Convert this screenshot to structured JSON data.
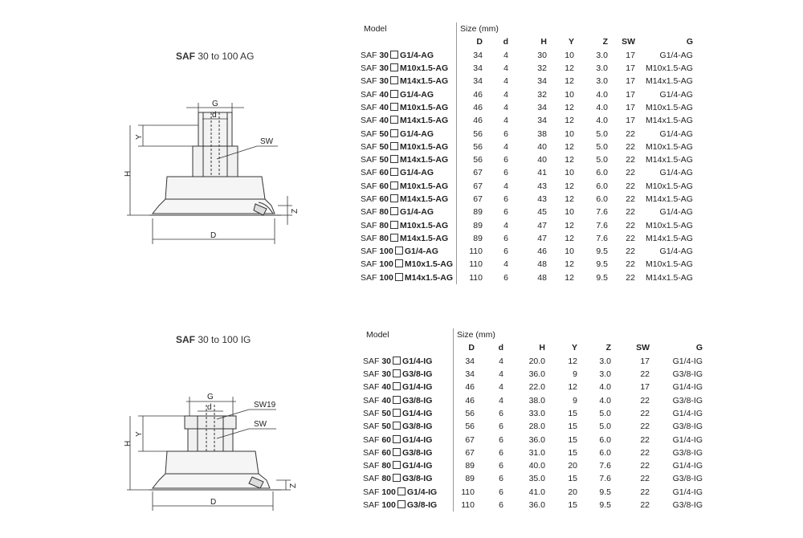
{
  "section_ag": {
    "title_bold": "SAF",
    "title_rest": "30 to 100 AG",
    "dims": {
      "G": "G",
      "d": "d",
      "SW": "SW",
      "Y": "Y",
      "H": "H",
      "D": "D",
      "Z": "Z"
    },
    "table": {
      "model_label": "Model",
      "size_label": "Size (mm)",
      "columns": [
        "D",
        "d",
        "H",
        "Y",
        "Z",
        "SW",
        "G"
      ],
      "rows": [
        {
          "prefix": "SAF",
          "size": "30",
          "thread": "G1/4-AG",
          "D": "34",
          "d": "4",
          "H": "30",
          "Y": "10",
          "Z": "3.0",
          "SW": "17",
          "G": "G1/4-AG"
        },
        {
          "prefix": "SAF",
          "size": "30",
          "thread": "M10x1.5-AG",
          "D": "34",
          "d": "4",
          "H": "32",
          "Y": "12",
          "Z": "3.0",
          "SW": "17",
          "G": "M10x1.5-AG"
        },
        {
          "prefix": "SAF",
          "size": "30",
          "thread": "M14x1.5-AG",
          "D": "34",
          "d": "4",
          "H": "34",
          "Y": "12",
          "Z": "3.0",
          "SW": "17",
          "G": "M14x1.5-AG"
        },
        {
          "prefix": "SAF",
          "size": "40",
          "thread": "G1/4-AG",
          "D": "46",
          "d": "4",
          "H": "32",
          "Y": "10",
          "Z": "4.0",
          "SW": "17",
          "G": "G1/4-AG"
        },
        {
          "prefix": "SAF",
          "size": "40",
          "thread": "M10x1.5-AG",
          "D": "46",
          "d": "4",
          "H": "34",
          "Y": "12",
          "Z": "4.0",
          "SW": "17",
          "G": "M10x1.5-AG"
        },
        {
          "prefix": "SAF",
          "size": "40",
          "thread": "M14x1.5-AG",
          "D": "46",
          "d": "4",
          "H": "34",
          "Y": "12",
          "Z": "4.0",
          "SW": "17",
          "G": "M14x1.5-AG"
        },
        {
          "prefix": "SAF",
          "size": "50",
          "thread": "G1/4-AG",
          "D": "56",
          "d": "6",
          "H": "38",
          "Y": "10",
          "Z": "5.0",
          "SW": "22",
          "G": "G1/4-AG"
        },
        {
          "prefix": "SAF",
          "size": "50",
          "thread": "M10x1.5-AG",
          "D": "56",
          "d": "4",
          "H": "40",
          "Y": "12",
          "Z": "5.0",
          "SW": "22",
          "G": "M10x1.5-AG"
        },
        {
          "prefix": "SAF",
          "size": "50",
          "thread": "M14x1.5-AG",
          "D": "56",
          "d": "6",
          "H": "40",
          "Y": "12",
          "Z": "5.0",
          "SW": "22",
          "G": "M14x1.5-AG"
        },
        {
          "prefix": "SAF",
          "size": "60",
          "thread": "G1/4-AG",
          "D": "67",
          "d": "6",
          "H": "41",
          "Y": "10",
          "Z": "6.0",
          "SW": "22",
          "G": "G1/4-AG"
        },
        {
          "prefix": "SAF",
          "size": "60",
          "thread": "M10x1.5-AG",
          "D": "67",
          "d": "4",
          "H": "43",
          "Y": "12",
          "Z": "6.0",
          "SW": "22",
          "G": "M10x1.5-AG"
        },
        {
          "prefix": "SAF",
          "size": "60",
          "thread": "M14x1.5-AG",
          "D": "67",
          "d": "6",
          "H": "43",
          "Y": "12",
          "Z": "6.0",
          "SW": "22",
          "G": "M14x1.5-AG"
        },
        {
          "prefix": "SAF",
          "size": "80",
          "thread": "G1/4-AG",
          "D": "89",
          "d": "6",
          "H": "45",
          "Y": "10",
          "Z": "7.6",
          "SW": "22",
          "G": "G1/4-AG"
        },
        {
          "prefix": "SAF",
          "size": "80",
          "thread": "M10x1.5-AG",
          "D": "89",
          "d": "4",
          "H": "47",
          "Y": "12",
          "Z": "7.6",
          "SW": "22",
          "G": "M10x1.5-AG"
        },
        {
          "prefix": "SAF",
          "size": "80",
          "thread": "M14x1.5-AG",
          "D": "89",
          "d": "6",
          "H": "47",
          "Y": "12",
          "Z": "7.6",
          "SW": "22",
          "G": "M14x1.5-AG"
        },
        {
          "prefix": "SAF",
          "size": "100",
          "thread": "G1/4-AG",
          "D": "110",
          "d": "6",
          "H": "46",
          "Y": "10",
          "Z": "9.5",
          "SW": "22",
          "G": "G1/4-AG"
        },
        {
          "prefix": "SAF",
          "size": "100",
          "thread": "M10x1.5-AG",
          "D": "110",
          "d": "4",
          "H": "48",
          "Y": "12",
          "Z": "9.5",
          "SW": "22",
          "G": "M10x1.5-AG"
        },
        {
          "prefix": "SAF",
          "size": "100",
          "thread": "M14x1.5-AG",
          "D": "110",
          "d": "6",
          "H": "48",
          "Y": "12",
          "Z": "9.5",
          "SW": "22",
          "G": "M14x1.5-AG"
        }
      ]
    }
  },
  "section_ig": {
    "title_bold": "SAF",
    "title_rest": "30 to 100 IG",
    "dims": {
      "G": "G",
      "d": "d",
      "SW19": "SW19",
      "SW": "SW",
      "Y": "Y",
      "H": "H",
      "D": "D",
      "Z": "Z"
    },
    "table": {
      "model_label": "Model",
      "size_label": "Size (mm)",
      "columns": [
        "D",
        "d",
        "H",
        "Y",
        "Z",
        "SW",
        "G"
      ],
      "rows": [
        {
          "prefix": "SAF",
          "size": "30",
          "thread": "G1/4-IG",
          "D": "34",
          "d": "4",
          "H": "20.0",
          "Y": "12",
          "Z": "3.0",
          "SW": "17",
          "G": "G1/4-IG"
        },
        {
          "prefix": "SAF",
          "size": "30",
          "thread": "G3/8-IG",
          "D": "34",
          "d": "4",
          "H": "36.0",
          "Y": "9",
          "Z": "3.0",
          "SW": "22",
          "G": "G3/8-IG"
        },
        {
          "prefix": "SAF",
          "size": "40",
          "thread": "G1/4-IG",
          "D": "46",
          "d": "4",
          "H": "22.0",
          "Y": "12",
          "Z": "4.0",
          "SW": "17",
          "G": "G1/4-IG"
        },
        {
          "prefix": "SAF",
          "size": "40",
          "thread": "G3/8-IG",
          "D": "46",
          "d": "4",
          "H": "38.0",
          "Y": "9",
          "Z": "4.0",
          "SW": "22",
          "G": "G3/8-IG"
        },
        {
          "prefix": "SAF",
          "size": "50",
          "thread": "G1/4-IG",
          "D": "56",
          "d": "6",
          "H": "33.0",
          "Y": "15",
          "Z": "5.0",
          "SW": "22",
          "G": "G1/4-IG"
        },
        {
          "prefix": "SAF",
          "size": "50",
          "thread": "G3/8-IG",
          "D": "56",
          "d": "6",
          "H": "28.0",
          "Y": "15",
          "Z": "5.0",
          "SW": "22",
          "G": "G3/8-IG"
        },
        {
          "prefix": "SAF",
          "size": "60",
          "thread": "G1/4-IG",
          "D": "67",
          "d": "6",
          "H": "36.0",
          "Y": "15",
          "Z": "6.0",
          "SW": "22",
          "G": "G1/4-IG"
        },
        {
          "prefix": "SAF",
          "size": "60",
          "thread": "G3/8-IG",
          "D": "67",
          "d": "6",
          "H": "31.0",
          "Y": "15",
          "Z": "6.0",
          "SW": "22",
          "G": "G3/8-IG"
        },
        {
          "prefix": "SAF",
          "size": "80",
          "thread": "G1/4-IG",
          "D": "89",
          "d": "6",
          "H": "40.0",
          "Y": "20",
          "Z": "7.6",
          "SW": "22",
          "G": "G1/4-IG"
        },
        {
          "prefix": "SAF",
          "size": "80",
          "thread": "G3/8-IG",
          "D": "89",
          "d": "6",
          "H": "35.0",
          "Y": "15",
          "Z": "7.6",
          "SW": "22",
          "G": "G3/8-IG"
        },
        {
          "prefix": "SAF",
          "size": "100",
          "thread": "G1/4-IG",
          "D": "110",
          "d": "6",
          "H": "41.0",
          "Y": "20",
          "Z": "9.5",
          "SW": "22",
          "G": "G1/4-IG"
        },
        {
          "prefix": "SAF",
          "size": "100",
          "thread": "G3/8-IG",
          "D": "110",
          "d": "6",
          "H": "36.0",
          "Y": "15",
          "Z": "9.5",
          "SW": "22",
          "G": "G3/8-IG"
        }
      ]
    }
  }
}
